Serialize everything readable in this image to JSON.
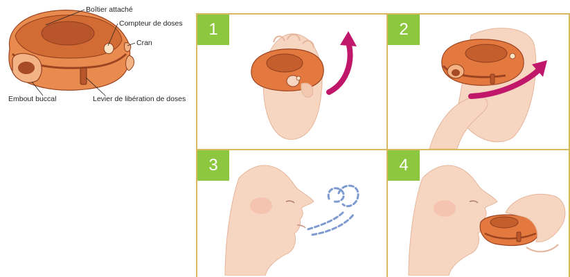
{
  "diagram": {
    "labels": {
      "attached_case": "Boîtier attaché",
      "dose_counter": "Compteur de doses",
      "notch": "Cran",
      "mouthpiece": "Embout buccal",
      "dose_release_lever": "Levier de libération de doses"
    }
  },
  "steps": [
    {
      "number": "1"
    },
    {
      "number": "2"
    },
    {
      "number": "3"
    },
    {
      "number": "4"
    }
  ],
  "colors": {
    "device_orange": "#d9713a",
    "device_dark": "#a64b25",
    "skin": "#f7d6c1",
    "arrow": "#c1176b",
    "step_badge": "#8dc63f",
    "panel_border": "#d9b960",
    "breath": "#7d9bd0"
  }
}
